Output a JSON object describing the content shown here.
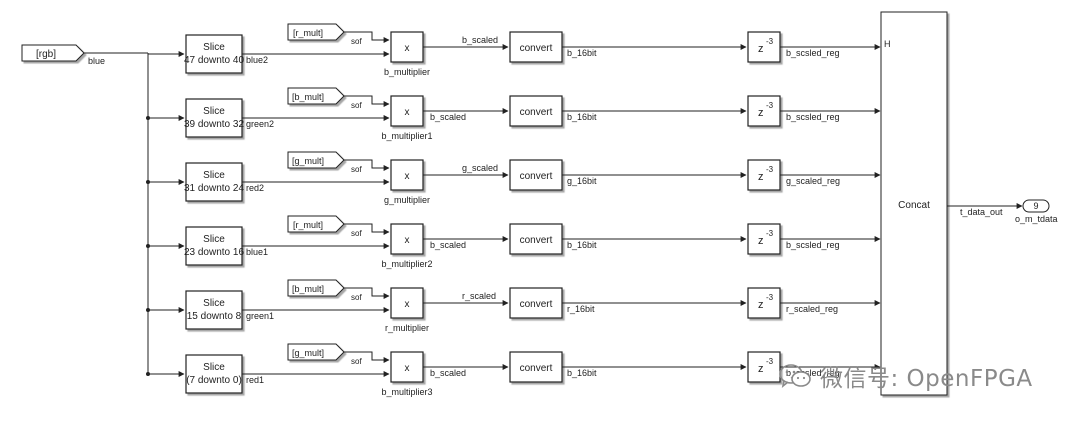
{
  "diagram": {
    "input_port": {
      "label": "[rgb]",
      "signal": "blue"
    },
    "output_port": {
      "number": "9",
      "name": "o_m_tdata",
      "signal": "t_data_out"
    },
    "concat": {
      "label": "Concat",
      "first_port": "H"
    },
    "rows": [
      {
        "slice_line1": "Slice",
        "slice_line2": "47 downto 40",
        "slice_out": "blue2",
        "goto_tag": "[r_mult]",
        "goto_out": "sof",
        "mult_symbol": "x",
        "mult_name": "b_multiplier",
        "mult_out": "b_scaled",
        "convert_label": "convert",
        "convert_out": "b_16bit",
        "delay_base": "z",
        "delay_exp": "-3",
        "delay_out": "b_scsled_reg"
      },
      {
        "slice_line1": "Slice",
        "slice_line2": "39 downto 32",
        "slice_out": "green2",
        "goto_tag": "[b_mult]",
        "goto_out": "sof",
        "mult_symbol": "x",
        "mult_name": "b_multiplier1",
        "mult_out": "b_scaled",
        "convert_label": "convert",
        "convert_out": "b_16bit",
        "delay_base": "z",
        "delay_exp": "-3",
        "delay_out": "b_scsled_reg"
      },
      {
        "slice_line1": "Slice",
        "slice_line2": "31 downto 24",
        "slice_out": "red2",
        "goto_tag": "[g_mult]",
        "goto_out": "sof",
        "mult_symbol": "x",
        "mult_name": "g_multiplier",
        "mult_out": "g_scaled",
        "convert_label": "convert",
        "convert_out": "g_16bit",
        "delay_base": "z",
        "delay_exp": "-3",
        "delay_out": "g_scaled_reg"
      },
      {
        "slice_line1": "Slice",
        "slice_line2": "23 downto 16",
        "slice_out": "blue1",
        "goto_tag": "[r_mult]",
        "goto_out": "sof",
        "mult_symbol": "x",
        "mult_name": "b_multiplier2",
        "mult_out": "b_scaled",
        "convert_label": "convert",
        "convert_out": "b_16bit",
        "delay_base": "z",
        "delay_exp": "-3",
        "delay_out": "b_scsled_reg"
      },
      {
        "slice_line1": "Slice",
        "slice_line2": "15 downto 8",
        "slice_out": "green1",
        "goto_tag": "[b_mult]",
        "goto_out": "sof",
        "mult_symbol": "x",
        "mult_name": "r_multiplier",
        "mult_out": "r_scaled",
        "convert_label": "convert",
        "convert_out": "r_16bit",
        "delay_base": "z",
        "delay_exp": "-3",
        "delay_out": "r_scaled_reg"
      },
      {
        "slice_line1": "Slice",
        "slice_line2": "(7 downto 0)",
        "slice_out": "red1",
        "goto_tag": "[g_mult]",
        "goto_out": "sof",
        "mult_symbol": "x",
        "mult_name": "b_multiplier3",
        "mult_out": "b_scaled",
        "convert_label": "convert",
        "convert_out": "b_16bit",
        "delay_base": "z",
        "delay_exp": "-3",
        "delay_out": "b_scsled_reg"
      }
    ]
  },
  "watermark": {
    "text": "微信号: OpenFPGA",
    "logo": "wechat-logo-icon"
  }
}
